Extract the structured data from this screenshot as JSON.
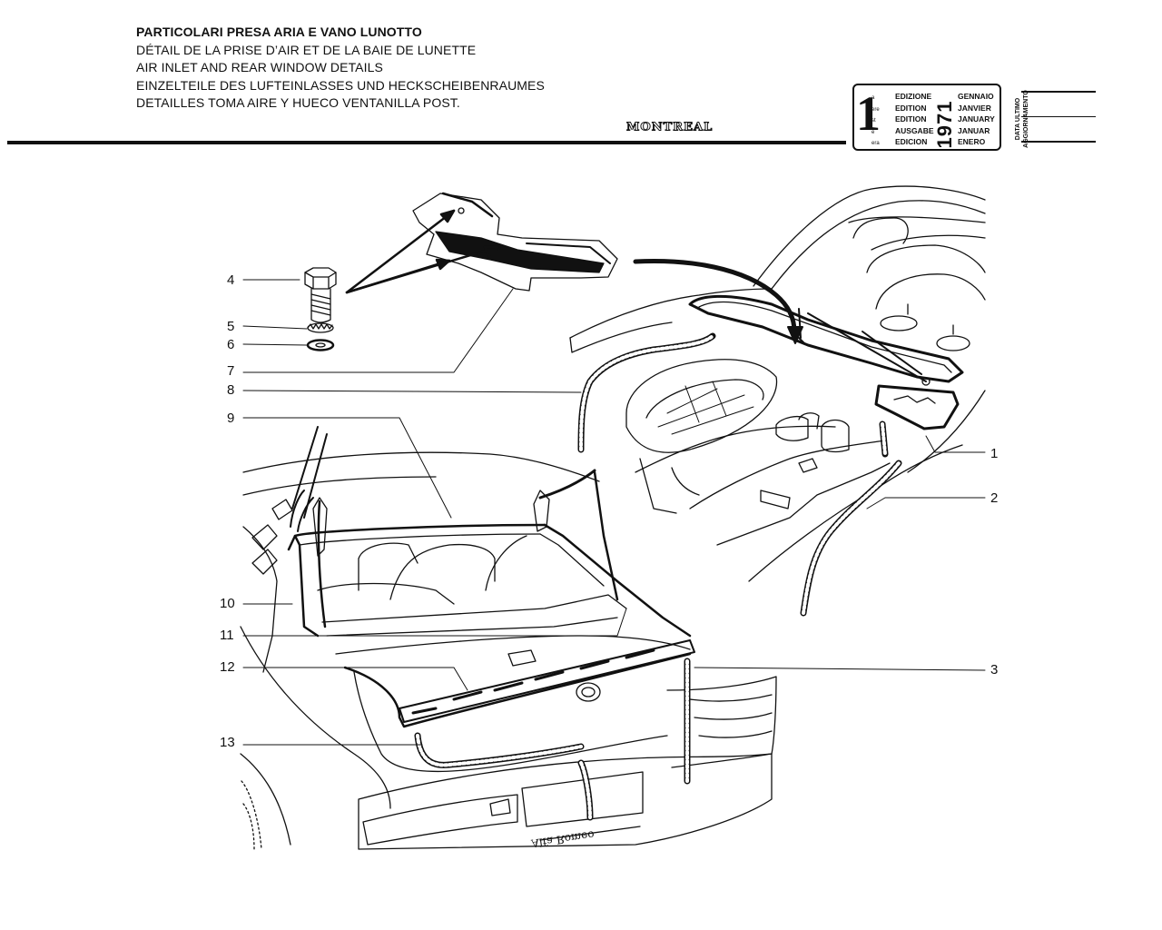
{
  "header": {
    "titles": [
      "PARTICOLARI PRESA ARIA E VANO LUNOTTO",
      "DÉTAIL DE LA PRISE D’AIR ET DE LA BAIE DE LUNETTE",
      "AIR INLET AND REAR WINDOW DETAILS",
      "EINZELTEILE DES LUFTEINLASSES UND HECKSCHEIBENRAUMES",
      "DETAILLES TOMA AIRE Y HUECO VENTANILLA POST."
    ],
    "model": "MONTREAL"
  },
  "edition_box": {
    "number": "1",
    "ordinal_suffixes": [
      "a",
      "ere",
      "st",
      "e",
      "era"
    ],
    "edition_words": [
      "EDIZIONE",
      "EDITION",
      "EDITION",
      "AUSGABE",
      "EDICION"
    ],
    "year": "1971",
    "months": [
      "GENNAIO",
      "JANVIER",
      "JANUARY",
      "JANUAR",
      "ENERO"
    ],
    "update_label_1": "DATA ULTIMO",
    "update_label_2": "AGGIORNAMENTO"
  },
  "callouts": [
    "1",
    "2",
    "3",
    "4",
    "5",
    "6",
    "7",
    "8",
    "9",
    "10",
    "11",
    "12",
    "13"
  ],
  "badges": {
    "trunk_script": "Alfa Romeo"
  }
}
